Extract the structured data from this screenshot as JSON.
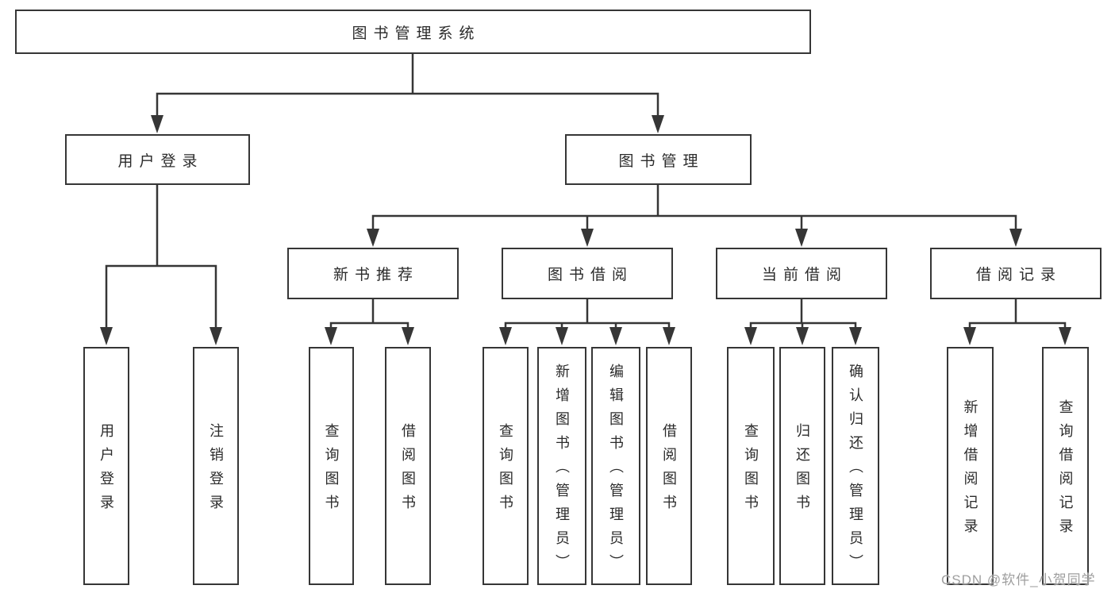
{
  "diagram": {
    "type": "tree",
    "root": {
      "label": "图书管理系统",
      "children": [
        {
          "label": "用户登录",
          "children": [
            {
              "label": "用户登录"
            },
            {
              "label": "注销登录"
            }
          ]
        },
        {
          "label": "图书管理",
          "children": [
            {
              "label": "新书推荐",
              "children": [
                {
                  "label": "查询图书"
                },
                {
                  "label": "借阅图书"
                }
              ]
            },
            {
              "label": "图书借阅",
              "children": [
                {
                  "label": "查询图书"
                },
                {
                  "label": "新增图书（管理员）"
                },
                {
                  "label": "编辑图书（管理员）"
                },
                {
                  "label": "借阅图书"
                }
              ]
            },
            {
              "label": "当前借阅",
              "children": [
                {
                  "label": "查询图书"
                },
                {
                  "label": "归还图书"
                },
                {
                  "label": "确认归还（管理员）"
                }
              ]
            },
            {
              "label": "借阅记录",
              "children": [
                {
                  "label": "新增借阅记录"
                },
                {
                  "label": "查询借阅记录"
                }
              ]
            }
          ]
        }
      ]
    },
    "watermark": "CSDN @软件_小贺同学",
    "colors": {
      "line": "#363636",
      "text": "#2b2b2b",
      "watermark": "#9e9e9e",
      "background": "#ffffff"
    }
  }
}
